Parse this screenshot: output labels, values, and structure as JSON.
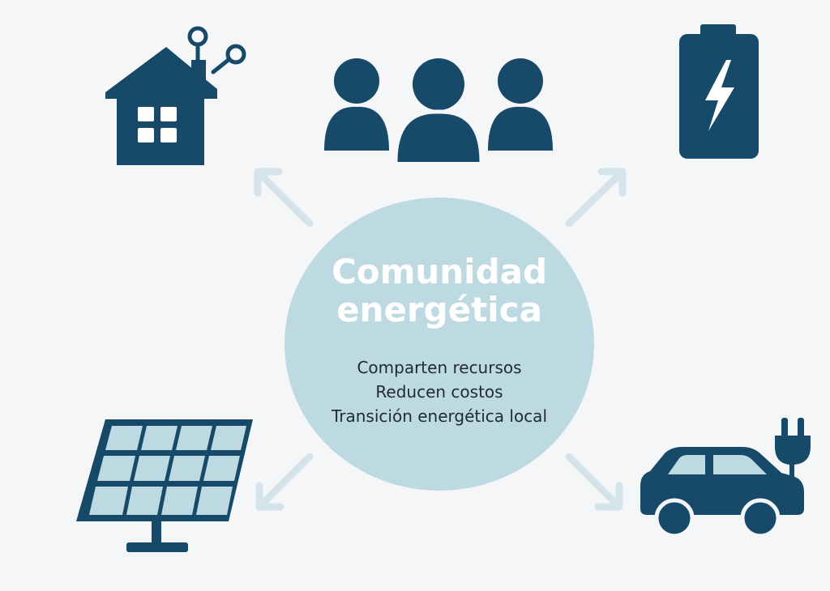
{
  "center": {
    "title_line1": "Comunidad",
    "title_line2": "energética",
    "benefits": [
      "Comparten recursos",
      "Reducen costos",
      "Transición energética local"
    ]
  },
  "icons": [
    "smart-home-icon",
    "community-people-icon",
    "battery-icon",
    "solar-panel-icon",
    "electric-car-icon"
  ],
  "colors": {
    "icon": "#174a69",
    "hub": "#bdd9e2",
    "arrow": "#d4e4ea",
    "background": "#f5f6f8",
    "title_text": "#ffffff",
    "body_text": "#1f2a33"
  }
}
